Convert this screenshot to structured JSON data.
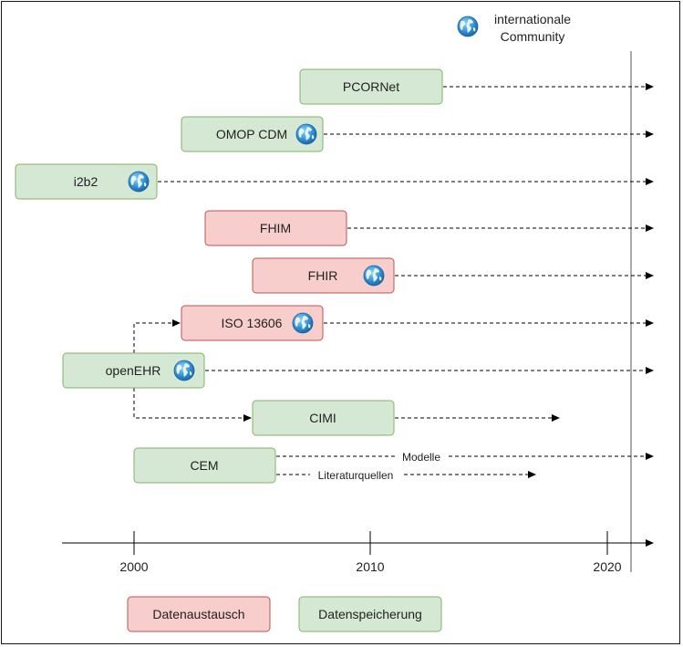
{
  "legend_top": {
    "icon": "globe-icon",
    "line1": "internationale",
    "line2": "Community"
  },
  "colors": {
    "green_fill": "#d5e8d4",
    "green_stroke": "#82b366",
    "red_fill": "#f8cecc",
    "red_stroke": "#b85450",
    "line": "#000000"
  },
  "standards": [
    {
      "key": "pcornet",
      "label": "PCORNet",
      "category": "storage",
      "globe": false
    },
    {
      "key": "omop",
      "label": "OMOP CDM",
      "category": "storage",
      "globe": true
    },
    {
      "key": "i2b2",
      "label": "i2b2",
      "category": "storage",
      "globe": true
    },
    {
      "key": "fhim",
      "label": "FHIM",
      "category": "exchange",
      "globe": false
    },
    {
      "key": "fhir",
      "label": "FHIR",
      "category": "exchange",
      "globe": true
    },
    {
      "key": "iso13606",
      "label": "ISO 13606",
      "category": "exchange",
      "globe": true
    },
    {
      "key": "openehr",
      "label": "openEHR",
      "category": "storage",
      "globe": true
    },
    {
      "key": "cimi",
      "label": "CIMI",
      "category": "storage",
      "globe": false
    },
    {
      "key": "cem",
      "label": "CEM",
      "category": "storage",
      "globe": false
    }
  ],
  "arrow_labels": {
    "modelle": "Modelle",
    "literaturquellen": "Literaturquellen"
  },
  "timeline": {
    "ticks": [
      "2000",
      "2010",
      "2020"
    ]
  },
  "legend_bottom": {
    "exchange": "Datenaustausch",
    "storage": "Datenspeicherung"
  }
}
